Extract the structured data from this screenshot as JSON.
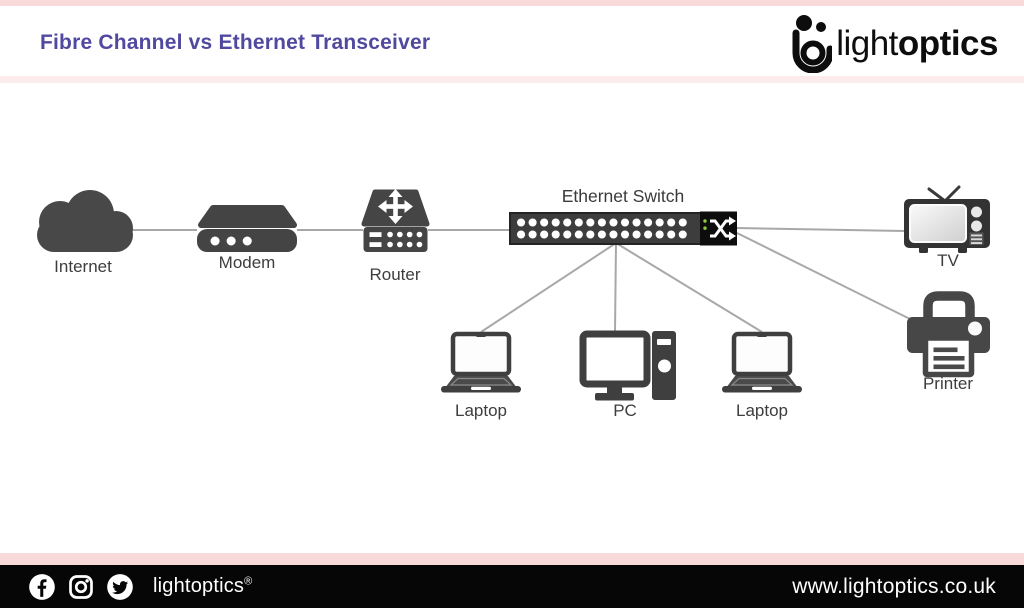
{
  "header": {
    "title": "Fibre Channel vs Ethernet Transceiver",
    "logo_light": "light",
    "logo_bold": "optics"
  },
  "diagram": {
    "labels": {
      "internet": "Internet",
      "modem": "Modem",
      "router": "Router",
      "switch": "Ethernet Switch",
      "tv": "TV",
      "printer": "Printer",
      "laptop_left": "Laptop",
      "pc": "PC",
      "laptop_right": "Laptop"
    },
    "connections": [
      {
        "from": "internet",
        "to": "modem"
      },
      {
        "from": "modem",
        "to": "router"
      },
      {
        "from": "router",
        "to": "switch"
      },
      {
        "from": "switch",
        "to": "tv"
      },
      {
        "from": "switch",
        "to": "printer"
      },
      {
        "from": "switch",
        "to": "laptop_left"
      },
      {
        "from": "switch",
        "to": "pc"
      },
      {
        "from": "switch",
        "to": "laptop_right"
      }
    ]
  },
  "footer": {
    "social": [
      "facebook",
      "instagram",
      "twitter"
    ],
    "brand": "lightoptics",
    "registered": "®",
    "website": "www.lightoptics.co.uk"
  },
  "colors": {
    "accent_purple": "#5149a0",
    "pink_strip": "#f8dada",
    "device_gray": "#454545",
    "line_gray": "#a8a8a8",
    "footer_black": "#060606",
    "switch_led_green": "#8dc63f"
  }
}
